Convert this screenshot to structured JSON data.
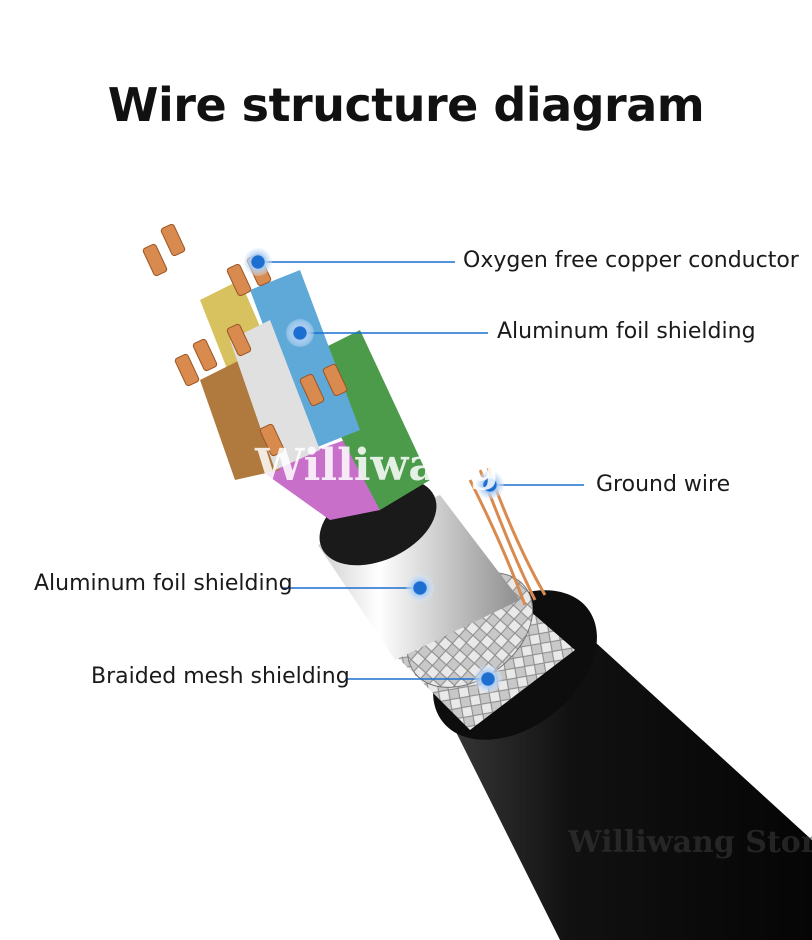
{
  "title": "Wire structure diagram",
  "labels": {
    "conductor": "Oxygen free copper conductor",
    "inner_foil": "Aluminum foil shielding",
    "ground_wire": "Ground wire",
    "outer_foil": "Aluminum foil shielding",
    "braid": "Braided mesh shielding"
  },
  "watermarks": {
    "center": "Williwang Store",
    "bottom": "Williwang Store"
  },
  "colors": {
    "marker": "#1c6fd1",
    "leader": "#1c6fd1",
    "jacket": "#1b1b1b",
    "copper": "#d98a4e"
  }
}
